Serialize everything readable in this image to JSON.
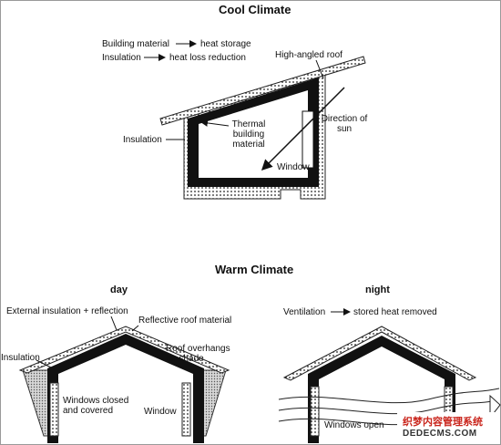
{
  "cool": {
    "title": "Cool Climate",
    "building_material": "Building material",
    "heat_storage": "heat storage",
    "insulation_text": "Insulation",
    "heat_loss": "heat loss reduction",
    "roof": "High-angled roof",
    "thermal": "Thermal building material",
    "insulation": "Insulation",
    "window": "Window",
    "direction": "Direction of sun"
  },
  "warm": {
    "title": "Warm Climate",
    "day": {
      "heading": "day",
      "external": "External insulation + reflection",
      "reflective": "Reflective roof material",
      "insulation": "Insulation",
      "overhangs": "Roof overhangs for shade",
      "closed": "Windows closed and covered",
      "window": "Window"
    },
    "night": {
      "heading": "night",
      "ventilation": "Ventilation",
      "stored": "stored heat removed",
      "open": "Windows open"
    }
  },
  "watermark": {
    "cn": "织梦内容管理系统",
    "url": "DEDECMS.COM"
  }
}
